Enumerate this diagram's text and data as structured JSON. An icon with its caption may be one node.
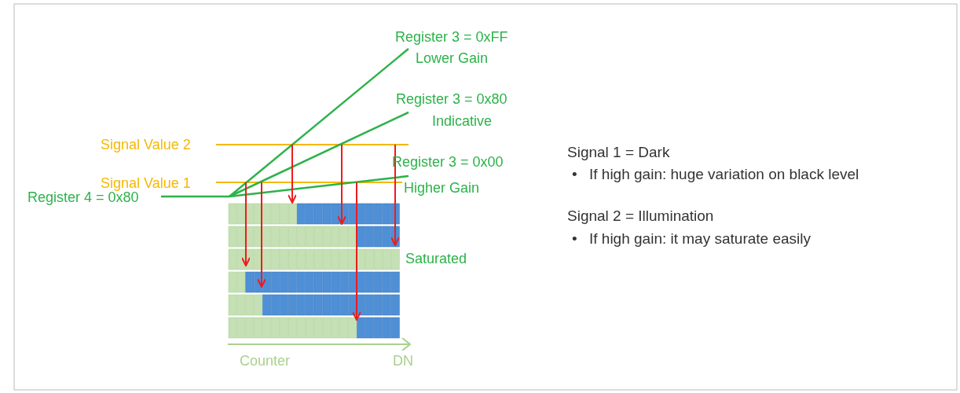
{
  "diagram": {
    "labels": [
      "Register 3 = 0xFF",
      "Lower Gain",
      "Register 3 = 0x80",
      "Indicative",
      "Signal Value 2",
      "Register 3 = 0x00",
      "Signal Value 1",
      "Higher Gain",
      "Register 4 = 0x80",
      "Saturated",
      "Counter",
      "DN",
      "Signal 1 = Dark",
      "•",
      "If high gain: huge variation on black level",
      "Signal 2 = Illumination",
      "•",
      "If high gain: it may saturate easily"
    ]
  }
}
